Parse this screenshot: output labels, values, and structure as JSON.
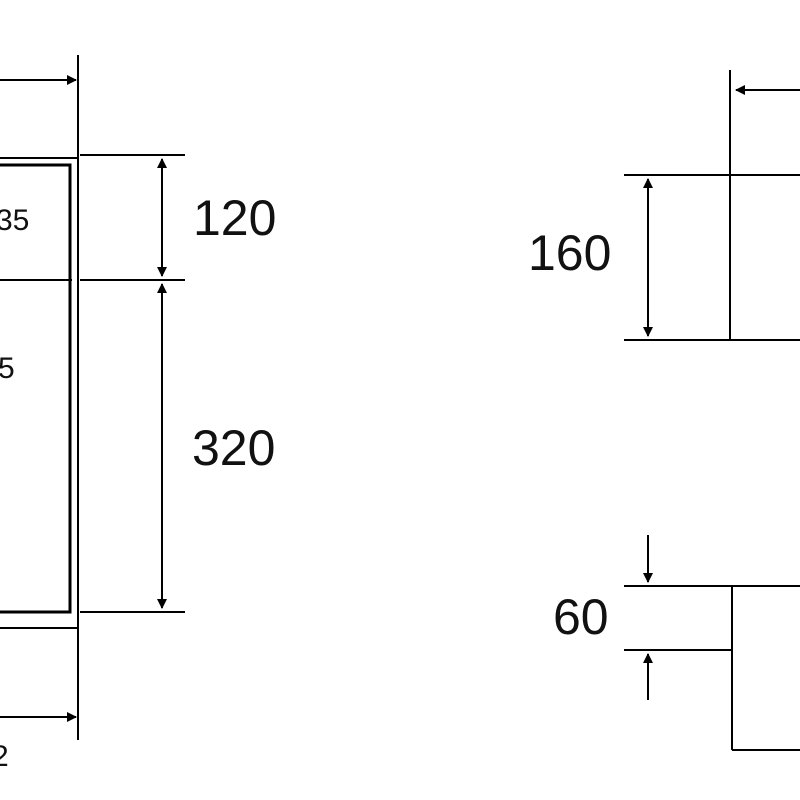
{
  "colors": {
    "line": "#000000",
    "text": "#111111",
    "background": "#ffffff"
  },
  "dimensions": {
    "left_top_height": "120",
    "left_bottom_height": "320",
    "right_top_height": "160",
    "right_bottom_gap": "60"
  },
  "partial_labels": {
    "upper_field": "35",
    "lower_field": "5",
    "bottom_left": "2"
  }
}
